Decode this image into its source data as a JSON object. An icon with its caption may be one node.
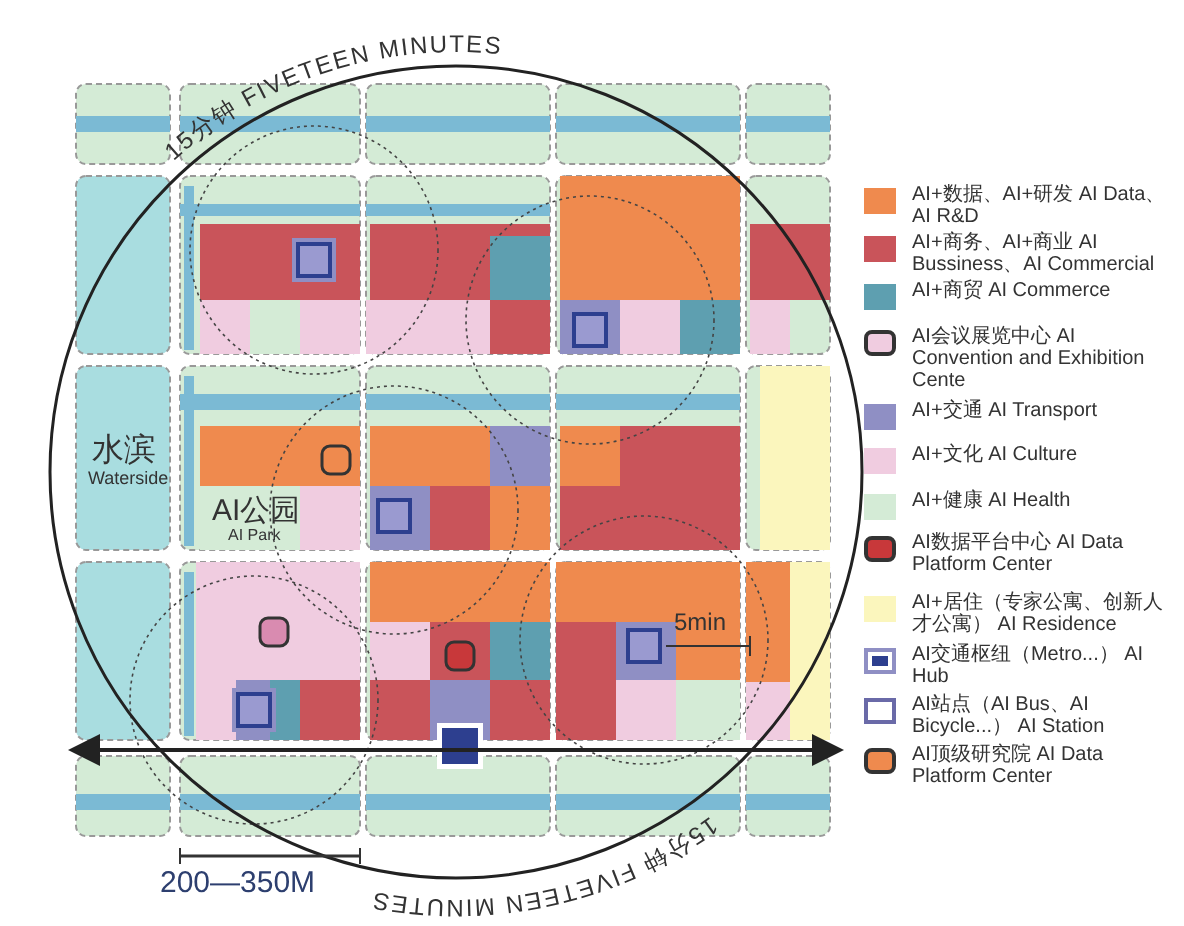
{
  "diagram": {
    "labels": [
      "15分钟 FIVETEEN MINUTES",
      "水滨",
      "Waterside",
      "AI公园",
      "AI Park",
      "5min",
      "15分钟 FIVETEEN MINUTES",
      "200—350M"
    ],
    "legend": [
      {
        "text": "AI+数据、AI+研发 AI Data、AI R&D",
        "color": "#ef8a4e"
      },
      {
        "text": "AI+商务、AI+商业 AI Bussiness、AI Commercial",
        "color": "#c9545a"
      },
      {
        "text": "AI+商贸 AI Commerce",
        "color": "#5e9fb0"
      },
      {
        "text": "AI会议展览中心 AI Convention and Exhibition Cente"
      },
      {
        "text": "AI+交通 AI Transport",
        "color": "#8f8fc4"
      },
      {
        "text": "AI+文化 AI Culture",
        "color": "#f0cce0"
      },
      {
        "text": "AI+健康 AI Health",
        "color": "#d4ebd6"
      },
      {
        "text": "AI数据平台中心 AI Data Platform Center"
      },
      {
        "text": "AI+居住（专家公寓、创新人才公寓） AI Residence",
        "color": "#fbf6bd"
      },
      {
        "text": "AI交通枢纽（Metro...） AI Hub"
      },
      {
        "text": "AI站点（AI Bus、AI Bicycle...） AI Station"
      },
      {
        "text": "AI顶级研究院 AI Data Platform Center"
      }
    ]
  }
}
